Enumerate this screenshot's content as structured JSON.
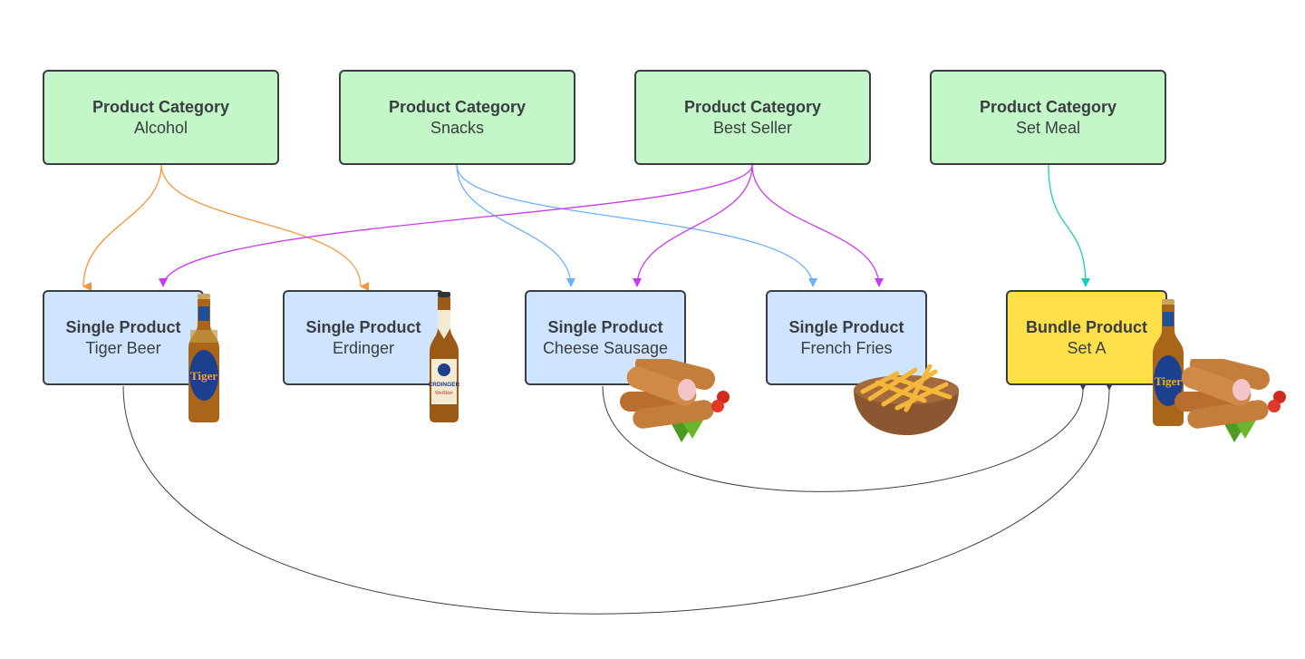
{
  "diagram": {
    "colors": {
      "category_fill": "#c3f7c8",
      "single_fill": "#cfe4ff",
      "bundle_fill": "#ffe04a",
      "border": "#3a3d41",
      "alcohol_link": "#f7963c",
      "snacks_link": "#6fb1f7",
      "bestseller_link": "#c93bf0",
      "setmeal_link": "#1fcbb3",
      "bundle_link": "#3a3d41"
    },
    "categories": [
      {
        "title": "Product Category",
        "name": "Alcohol"
      },
      {
        "title": "Product Category",
        "name": "Snacks"
      },
      {
        "title": "Product Category",
        "name": "Best Seller"
      },
      {
        "title": "Product Category",
        "name": "Set Meal"
      }
    ],
    "products": [
      {
        "title": "Single Product",
        "name": "Tiger Beer",
        "image": "tiger-beer-bottle"
      },
      {
        "title": "Single Product",
        "name": "Erdinger",
        "image": "erdinger-beer-bottle"
      },
      {
        "title": "Single Product",
        "name": "Cheese Sausage",
        "image": "cheese-sausage"
      },
      {
        "title": "Single Product",
        "name": "French Fries",
        "image": "french-fries-bowl"
      },
      {
        "title": "Bundle Product",
        "name": "Set A",
        "image": "tiger-beer-and-sausage"
      }
    ],
    "edges": [
      {
        "from": "Alcohol",
        "to": "Tiger Beer"
      },
      {
        "from": "Alcohol",
        "to": "Erdinger"
      },
      {
        "from": "Snacks",
        "to": "Cheese Sausage"
      },
      {
        "from": "Snacks",
        "to": "French Fries"
      },
      {
        "from": "Best Seller",
        "to": "Tiger Beer"
      },
      {
        "from": "Best Seller",
        "to": "Cheese Sausage"
      },
      {
        "from": "Best Seller",
        "to": "French Fries"
      },
      {
        "from": "Set Meal",
        "to": "Set A"
      },
      {
        "from": "Tiger Beer",
        "to": "Set A"
      },
      {
        "from": "Cheese Sausage",
        "to": "Set A"
      }
    ]
  }
}
